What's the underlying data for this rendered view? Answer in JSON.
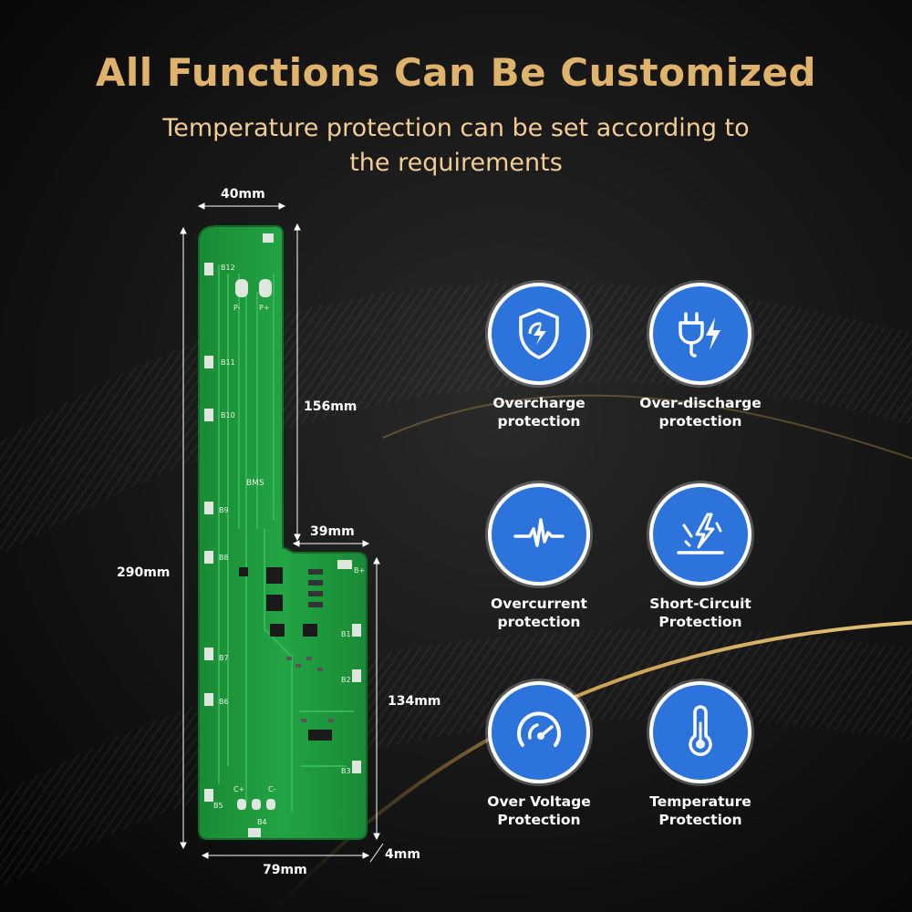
{
  "header": {
    "title": "All Functions Can Be Customized",
    "subtitle_line1": "Temperature protection can be set according to",
    "subtitle_line2": "the requirements"
  },
  "dimensions": {
    "top_width": "40mm",
    "upper_height": "156mm",
    "step_width": "39mm",
    "total_height": "290mm",
    "lower_height": "134mm",
    "total_width": "79mm",
    "thickness": "4mm"
  },
  "pcb_labels": {
    "b12": "B12",
    "b11": "B11",
    "b10": "B10",
    "b9": "B9",
    "b8": "B8",
    "b7": "B7",
    "b6": "B6",
    "b5": "B5",
    "b4": "B4",
    "b3": "B3",
    "b2": "B2",
    "b1": "B1",
    "b_plus": "B+",
    "p_minus": "P-",
    "p_plus": "P+",
    "c_plus": "C+",
    "c_minus": "C-",
    "logo": "BMS"
  },
  "features": [
    {
      "icon": "shield-lightning-icon",
      "line1": "Overcharge",
      "line2": "protection"
    },
    {
      "icon": "plug-lightning-icon",
      "line1": "Over-discharge",
      "line2": "protection"
    },
    {
      "icon": "pulse-wave-icon",
      "line1": "Overcurrent",
      "line2": "protection"
    },
    {
      "icon": "short-circuit-bolt-icon",
      "line1": "Short-Circuit",
      "line2": "Protection"
    },
    {
      "icon": "gauge-icon",
      "line1": "Over Voltage",
      "line2": "Protection"
    },
    {
      "icon": "thermometer-icon",
      "line1": "Temperature",
      "line2": "Protection"
    }
  ],
  "colors": {
    "title": "#e0b36d",
    "subtitle": "#f1cc94",
    "icon_circle": "#2d73dc",
    "pcb_green": "#1f9a3c",
    "gold_swoosh": "#c9a253"
  }
}
